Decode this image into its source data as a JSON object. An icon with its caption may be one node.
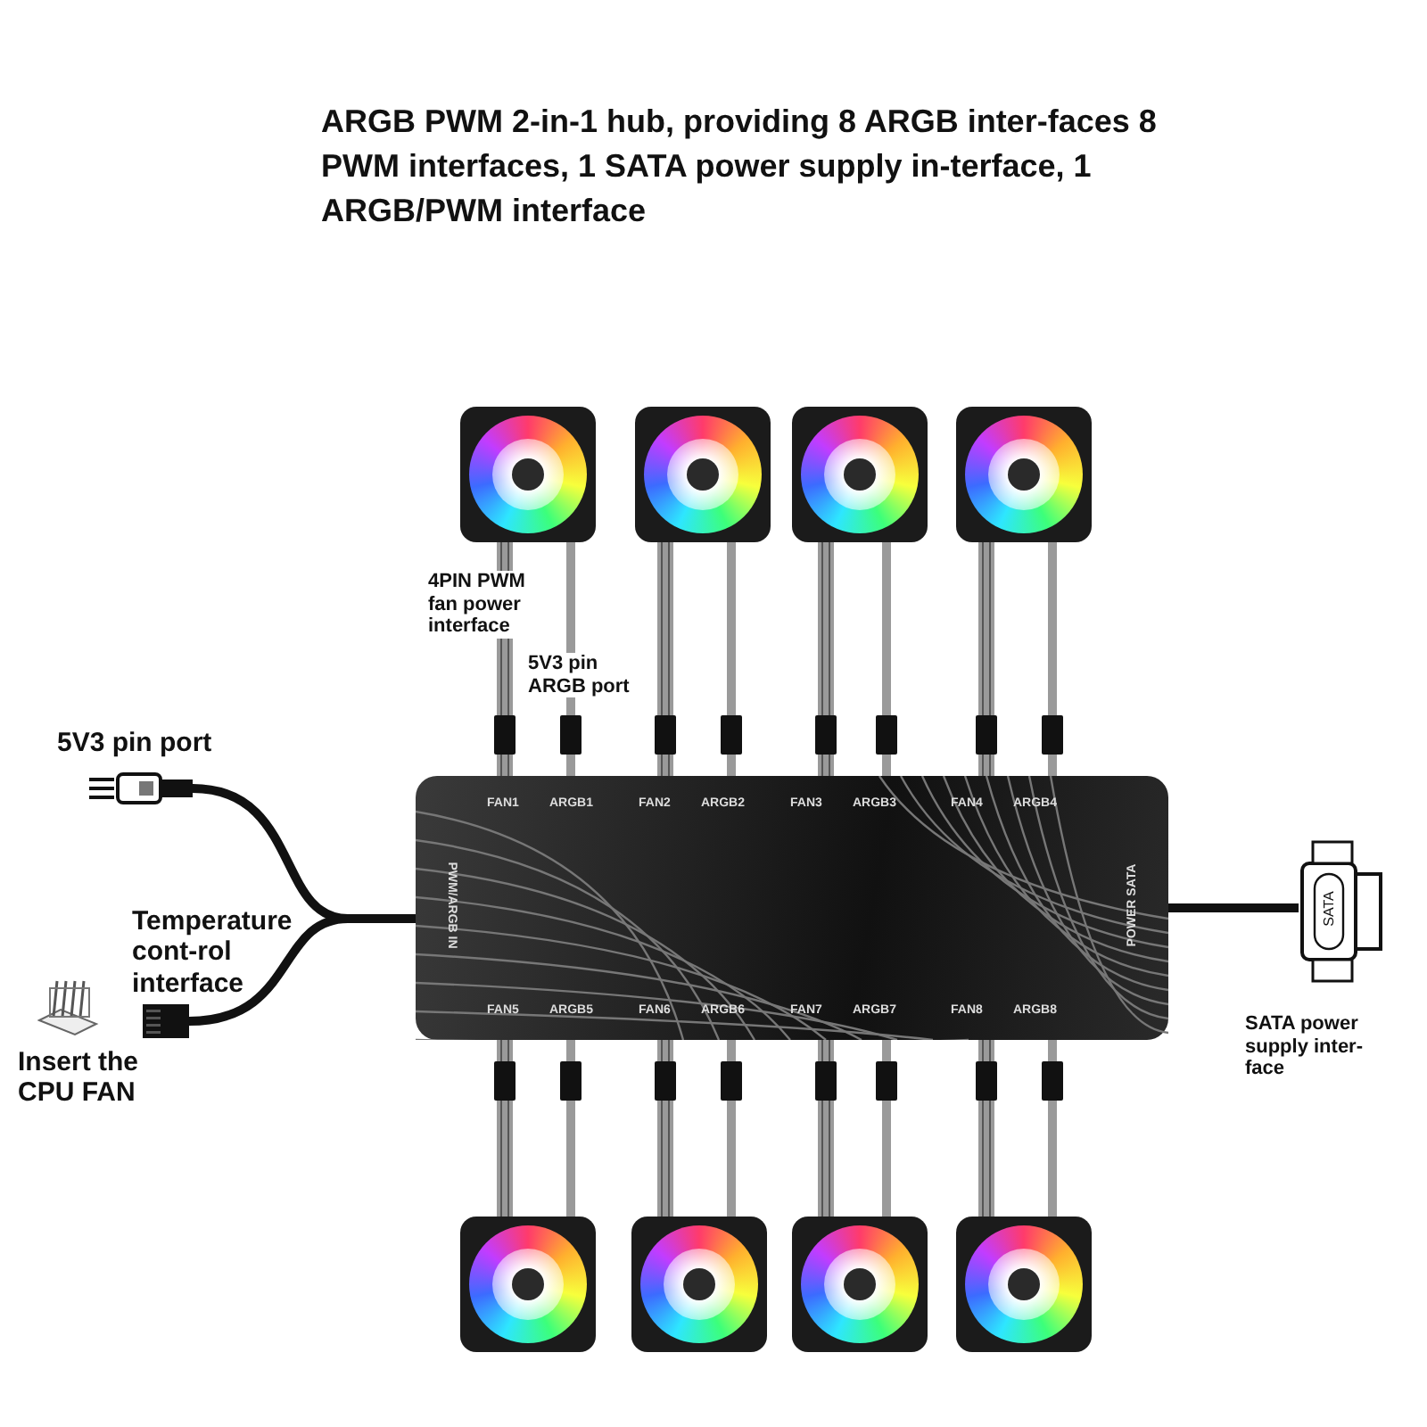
{
  "diagram": {
    "title": "ARGB PWM 2-in-1 hub, providing 8 ARGB inter-faces 8 PWM interfaces, 1 SATA power supply in-terface, 1 ARGB/PWM interface",
    "nodes": [
      {
        "text": [],
        "shape": "picture"
      },
      {
        "text": [],
        "shape": "picture"
      },
      {
        "text": [],
        "shape": "picture"
      },
      {
        "text": [],
        "shape": "picture"
      },
      {
        "text": [],
        "shape": "picture",
        "beside": [
          "5V3 pin port"
        ]
      },
      {
        "text": [
          "FAN1",
          "ARGB1",
          "FAN2",
          "ARGB2",
          "FAN3",
          "ARGB3",
          "FAN4",
          "ARGB4",
          "PWM/ARGB IN",
          "POWER SATA",
          "FAN5",
          "ARGB5",
          "FAN6",
          "ARGB6",
          "FAN7",
          "ARGB7",
          "FAN8",
          "ARGB8"
        ]
      },
      {
        "text": [
          "SATA"
        ],
        "beside": [
          "SATA power supply inter-face"
        ]
      },
      {
        "text": [],
        "shape": "picture",
        "beside": [
          "Temperature cont-rol interface"
        ]
      },
      {
        "text": [],
        "shape": "picture"
      },
      {
        "text": [],
        "shape": "picture"
      },
      {
        "text": [],
        "shape": "picture"
      },
      {
        "text": [],
        "shape": "picture"
      }
    ],
    "edges": [
      {
        "from": 0,
        "to": 5,
        "arrow": "none",
        "style": "thick"
      },
      {
        "from": 0,
        "to": 5,
        "arrow": "none"
      },
      {
        "from": 1,
        "to": 5,
        "arrow": "none",
        "style": "thick"
      },
      {
        "from": 1,
        "to": 5,
        "arrow": "none"
      },
      {
        "from": 2,
        "to": 5,
        "arrow": "none",
        "style": "thick"
      },
      {
        "from": 2,
        "to": 5,
        "arrow": "none"
      },
      {
        "from": 3,
        "to": 5,
        "arrow": "none",
        "style": "thick"
      },
      {
        "from": 3,
        "to": 5,
        "arrow": "none"
      },
      {
        "from": 4,
        "to": 5,
        "arrow": "none",
        "color": "#111111"
      },
      {
        "from": 7,
        "to": 5,
        "arrow": "none",
        "color": "#111111"
      },
      {
        "from": 6,
        "to": 5,
        "arrow": "none",
        "color": "#111111"
      },
      {
        "from": 8,
        "to": 5,
        "arrow": "none",
        "style": "thick"
      },
      {
        "from": 8,
        "to": 5,
        "arrow": "none"
      },
      {
        "from": 9,
        "to": 5,
        "arrow": "none",
        "style": "thick"
      },
      {
        "from": 9,
        "to": 5,
        "arrow": "none"
      },
      {
        "from": 10,
        "to": 5,
        "arrow": "none",
        "style": "thick"
      },
      {
        "from": 10,
        "to": 5,
        "arrow": "none"
      },
      {
        "from": 11,
        "to": 5,
        "arrow": "none",
        "style": "thick"
      },
      {
        "from": 11,
        "to": 5,
        "arrow": "none"
      }
    ],
    "labels": [
      "4PIN PWM fan power interface",
      "5V3 pin ARGB port",
      "Insert the CPU FAN"
    ]
  }
}
